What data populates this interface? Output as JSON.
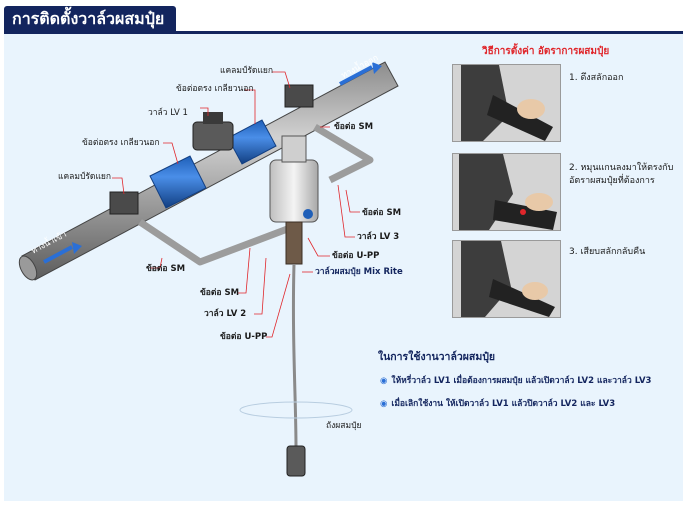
{
  "title": "การติดตั้งวาล์วผสมปุ๋ย",
  "colors": {
    "navy": "#13255e",
    "blue": "#2a6fd6",
    "red": "#e0262b",
    "panel": "#e9f4fd"
  },
  "diagram": {
    "labels": {
      "outlet": "ทางน้ำออก",
      "inlet": "ทางน้ำเข้า",
      "clamp_top": "แคลมป์รัดแยก",
      "connector_top": "ข้อต่อตรง เกลียวนอก",
      "valve_lv1": "วาล์ว LV 1",
      "connector_mid": "ข้อต่อตรง เกลียวนอก",
      "clamp_left": "แคลมป์รัดแยก",
      "fitting_sm_top": "ข้อต่อ SM",
      "fitting_sm_right": "ข้อต่อ SM",
      "valve_lv3": "วาล์ว LV 3",
      "fitting_upp_right": "ข้อต่อ U-PP",
      "mixer": "วาล์วผสมปุ๋ย Mix Rite",
      "fitting_sm_left": "ข้อต่อ SM",
      "fitting_sm_bottom": "ข้อต่อ SM",
      "valve_lv2": "วาล์ว LV 2",
      "fitting_upp_bottom": "ข้อต่อ U-PP",
      "tank": "ถังผสมปุ๋ย"
    }
  },
  "steps": {
    "title": "วิธีการตั้งค่า อัตราการผสมปุ๋ย",
    "items": [
      {
        "text": "1. ดึงสลักออก"
      },
      {
        "text": "2. หมุนแกนลงมาให้ตรงกับ อัตราผสมปุ๋ยที่ต้องการ"
      },
      {
        "text": "3. เสียบสลักกลับคืน"
      }
    ]
  },
  "usage": {
    "title": "ในการใช้งานวาล์วผสมปุ๋ย",
    "items": [
      {
        "bullet": "◉",
        "text": "ให้หรี่วาล์ว LV1 เมื่อต้องการผสมปุ๋ย แล้วเปิดวาล์ว LV2 และวาล์ว LV3"
      },
      {
        "bullet": "◉",
        "text": "เมื่อเลิกใช้งาน ให้เปิดวาล์ว LV1 แล้วปิดวาล์ว LV2 และ LV3"
      }
    ]
  }
}
